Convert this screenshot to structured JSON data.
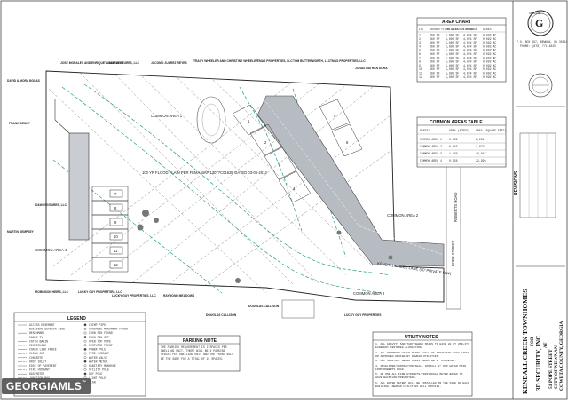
{
  "watermark": {
    "text": "GEORGIAMLS",
    "mark": "™"
  },
  "area_chart": {
    "title": "AREA CHART",
    "headers": [
      "LOT",
      "GROUND FLOOR AREA",
      "TOTAL FLOOR AREA",
      "LOT AREA",
      "ACRES"
    ],
    "rows": [
      [
        "1",
        "860 SF",
        "1,800 SF",
        "4,024 SF",
        "0.092 AC"
      ],
      [
        "2",
        "860 SF",
        "1,800 SF",
        "4,024 SF",
        "0.092 AC"
      ],
      [
        "3",
        "860 SF",
        "1,800 SF",
        "4,024 SF",
        "0.092 AC"
      ],
      [
        "4",
        "860 SF",
        "1,800 SF",
        "4,024 SF",
        "0.092 AC"
      ],
      [
        "5",
        "860 SF",
        "1,800 SF",
        "4,024 SF",
        "0.092 AC"
      ],
      [
        "6",
        "860 SF",
        "1,800 SF",
        "4,024 SF",
        "0.092 AC"
      ],
      [
        "7",
        "860 SF",
        "1,800 SF",
        "4,024 SF",
        "0.092 AC"
      ],
      [
        "8",
        "860 SF",
        "1,800 SF",
        "4,024 SF",
        "0.092 AC"
      ],
      [
        "9",
        "860 SF",
        "1,800 SF",
        "4,024 SF",
        "0.092 AC"
      ],
      [
        "10",
        "860 SF",
        "1,800 SF",
        "4,024 SF",
        "0.092 AC"
      ],
      [
        "11",
        "860 SF",
        "1,800 SF",
        "4,024 SF",
        "0.092 AC"
      ],
      [
        "12",
        "860 SF",
        "1,800 SF",
        "4,024 SF",
        "0.092 AC"
      ]
    ]
  },
  "common_areas": {
    "title": "COMMON AREAS TABLE",
    "headers": [
      "PARCEL",
      "AREA (ACRES)",
      "AREA (SQUARE FEET)"
    ],
    "rows": [
      [
        "COMMON AREA 1",
        "0.052",
        "2,261"
      ],
      [
        "COMMON AREA 2",
        "0.043",
        "1,873"
      ],
      [
        "COMMON AREA 3",
        "1.126",
        "49,047"
      ],
      [
        "COMMON AREA 4",
        "0.528",
        "22,999"
      ]
    ]
  },
  "title_block": {
    "firm": "GENUINE",
    "firm_sub": "ENGINEERING & SURVEYING",
    "address": "P.O. BOX 967, NEWNAN, GA 30264",
    "phone": "PHONE: (678) 771-4825",
    "project_title": "KENDALL CREEK TOWNHOMES",
    "for_line": "FOR",
    "client": "3D SECURITY, INC.",
    "at_line": "AT",
    "street": "51 POPE STREET",
    "city": "CITY OF NEWNAN",
    "county": "COWETA COUNTY, GEORGIA",
    "revisions_label": "REVISIONS"
  },
  "legend": {
    "title": "LEGEND",
    "left_items": [
      "ACCESS EASEMENT",
      "BUILDING SETBACK LINE",
      "BENCHMARK",
      "CABLE TV",
      "CATCH BASIN",
      "CENTERLINE",
      "CHAIN LINK FENCE",
      "CLEAN OUT",
      "CONCRETE",
      "DROP INLET",
      "EDGE OF PAVEMENT",
      "FIRE HYDRANT",
      "GAS METER",
      "JUNCTION BOX",
      "SANITARY SEWER",
      "STORM DRAIN",
      "SINGLE WING EDGE"
    ],
    "right_items": [
      "CRIMP PIPE",
      "CONCRETE MONUMENT FOUND",
      "IRON PIN FOUND",
      "IRON PIN SET",
      "OPEN TOP PIPE",
      "COMPUTED POINT",
      "POWER POLE",
      "FIRE HYDRANT",
      "WATER VALVE",
      "WATER METER",
      "SANITARY MANHOLE",
      "UTILITY POLE",
      "GUY POLE",
      "LIGHT POLE",
      "SIGN"
    ]
  },
  "parking_note": {
    "title": "PARKING NOTE",
    "text": "THE PARKING REQUIREMENT IS 2 SPACES PER DWELLING UNIT. THERE WILL BE 2 PARKING SPACES PER DWELLING UNIT AND THE FRONT WILL BE THE SAME FOR A TOTAL OF 24 SPACES."
  },
  "utility_notes": {
    "title": "UTILITY NOTES",
    "items": [
      "1. ALL GRAVITY SANITARY SEWER MAINS TO HAVE 20 FT UTILITY EASEMENT CENTERED ALONG PIPE.",
      "2. ALL PROPOSED WATER MAINS SHALL BE PROTECTED WITH CASED OR APPROVED DESIGN BY NEWNAN UTILITIES.",
      "3. ALL SANITARY SEWER MAINS SHALL BE 8\" DIAMETER.",
      "4. DEVELOPER/CONTRACTOR SHALL INSTALL 2\" DIP WATER MAIN FROM ROBERTS ROAD.",
      "5. NO ONE ALL FIRE HYDRANTS/INDIVIDUAL METER BOXES TO HAVE BACKFLOW PREVENTERS.",
      "6. ALL WATER METERS WILL BE INSTALLED ON THE SIDE OF EACH BUILDING. NEWNAN UTILITIES WILL PROVIDE."
    ]
  },
  "owners": {
    "top": [
      "DAVID & MORA BOSAS",
      "JOSE MORALES AND ENRIQUETA MORALES",
      "D&W VENTURES, LLC",
      "JACOMO JUAREZ REYES",
      "TRACY WHEELER AND CHRISTINE WHEELER",
      "TMAS PROPERTIES, LLC",
      "TOM BUTTERWORTH, LLC",
      "TMAS PROPERTIES, LLC",
      "JONAS NATHAN DORA"
    ],
    "left": [
      "FRANK DENNY",
      "D&W VENTURES, LLC",
      "MARTIN DEMPSEY",
      "ROBINSON HEIRS, LLC"
    ],
    "bottom": [
      "LUCKY GUY PROPERTIES, LLC",
      "LUCKY GUY PROPERTIES, LLC",
      "RAYMOND MEADOWS",
      "DOUGLAS CALLISON",
      "LUCKY GUY PROPERTIES",
      "DOUGLAS CALLISON"
    ]
  },
  "plan_labels": {
    "common_area_1": "COMMON AREA 1",
    "common_area_2": "COMMON AREA 2",
    "common_area_3": "COMMON AREA 3",
    "common_area_4": "COMMON AREA 4",
    "street": "KENDALL CREEK LANE (50' PRIVATE R/W)",
    "pope_st": "POPE STREET",
    "roberts_rd": "ROBERTS ROAD",
    "flood_note": "100 YR FLOOD PLAIN PER FEMA MAP 13077C0162E DATED 03-06-2012",
    "lots_left": [
      "7",
      "8",
      "9",
      "10",
      "11",
      "12"
    ],
    "lots_diag": [
      "1",
      "2",
      "3",
      "4",
      "5",
      "6"
    ]
  },
  "colors": {
    "line": "#333333",
    "flood": "#2a9d8f",
    "road": "#9aa0a6",
    "tree": "#555555"
  }
}
